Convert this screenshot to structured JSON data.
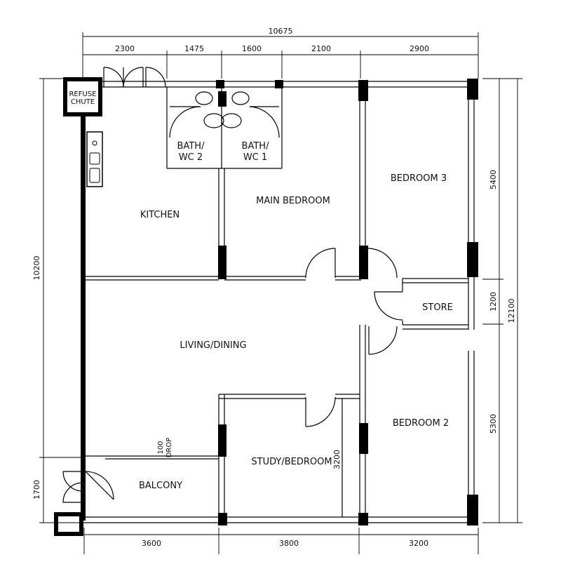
{
  "rooms": {
    "refuse_chute": [
      "REFUSE",
      "CHUTE"
    ],
    "bath2": [
      "BATH/",
      "WC 2"
    ],
    "bath1": [
      "BATH/",
      "WC 1"
    ],
    "bedroom3": "BEDROOM 3",
    "kitchen": "KITCHEN",
    "main_bedroom": "MAIN BEDROOM",
    "store": "STORE",
    "living_dining": "LIVING/DINING",
    "bedroom2": "BEDROOM 2",
    "study": "STUDY/BEDROOM",
    "balcony": "BALCONY",
    "drop": [
      "100",
      "DROP"
    ]
  },
  "dimensions": {
    "top_total": "10675",
    "top_segments": [
      "2300",
      "1475",
      "1600",
      "2100",
      "2900"
    ],
    "bottom_segments": [
      "3600",
      "3800",
      "3200"
    ],
    "left_main": "10200",
    "left_balcony": "1700",
    "right_segments": [
      "5400",
      "1200",
      "5300"
    ],
    "right_total": "12100",
    "study_depth": "3200"
  }
}
